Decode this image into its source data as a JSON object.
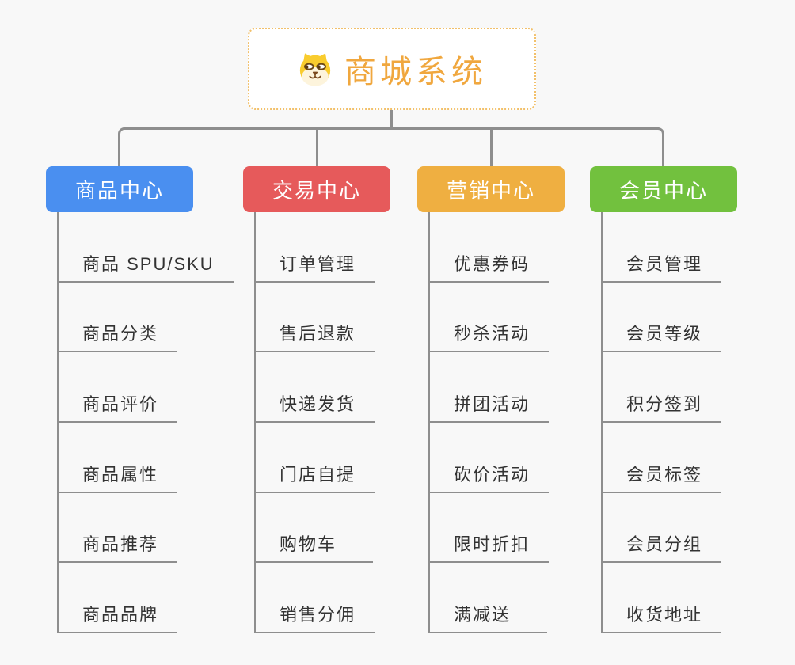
{
  "root": {
    "title": "商城系统",
    "icon": "shiba-dog-icon",
    "title_color": "#F0A73E",
    "border_color": "#F2C06A"
  },
  "branches": [
    {
      "label": "商品中心",
      "color": "#4A8FF0",
      "items": [
        "商品 SPU/SKU",
        "商品分类",
        "商品评价",
        "商品属性",
        "商品推荐",
        "商品品牌"
      ]
    },
    {
      "label": "交易中心",
      "color": "#E65A5B",
      "items": [
        "订单管理",
        "售后退款",
        "快递发货",
        "门店自提",
        "购物车",
        "销售分佣"
      ]
    },
    {
      "label": "营销中心",
      "color": "#EFAF41",
      "items": [
        "优惠券码",
        "秒杀活动",
        "拼团活动",
        "砍价活动",
        "限时折扣",
        "满减送"
      ]
    },
    {
      "label": "会员中心",
      "color": "#72C13E",
      "items": [
        "会员管理",
        "会员等级",
        "积分签到",
        "会员标签",
        "会员分组",
        "收货地址"
      ]
    }
  ],
  "style": {
    "background": "#F8F8F8",
    "connector_color": "#8E8E8E",
    "item_text_color": "#333333",
    "header_text_color": "#FFFFFF"
  }
}
